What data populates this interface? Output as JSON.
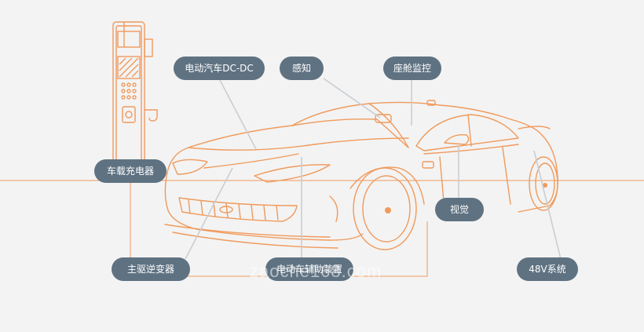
{
  "labels": {
    "dcdc": "电动汽车DC-DC",
    "sensing": "感知",
    "cabin": "座舱监控",
    "obc": "车载充电器",
    "vision": "视觉",
    "inverter": "主驱逆变器",
    "aux": "电动车辅助装置",
    "v48": "48V系统"
  },
  "watermark": "zaoche168.com",
  "colors": {
    "background": "#f3f3f3",
    "label_bg": "#5f7282",
    "label_text": "#ffffff",
    "line_orange": "#f09a5c",
    "line_gray": "#c9ced3"
  }
}
